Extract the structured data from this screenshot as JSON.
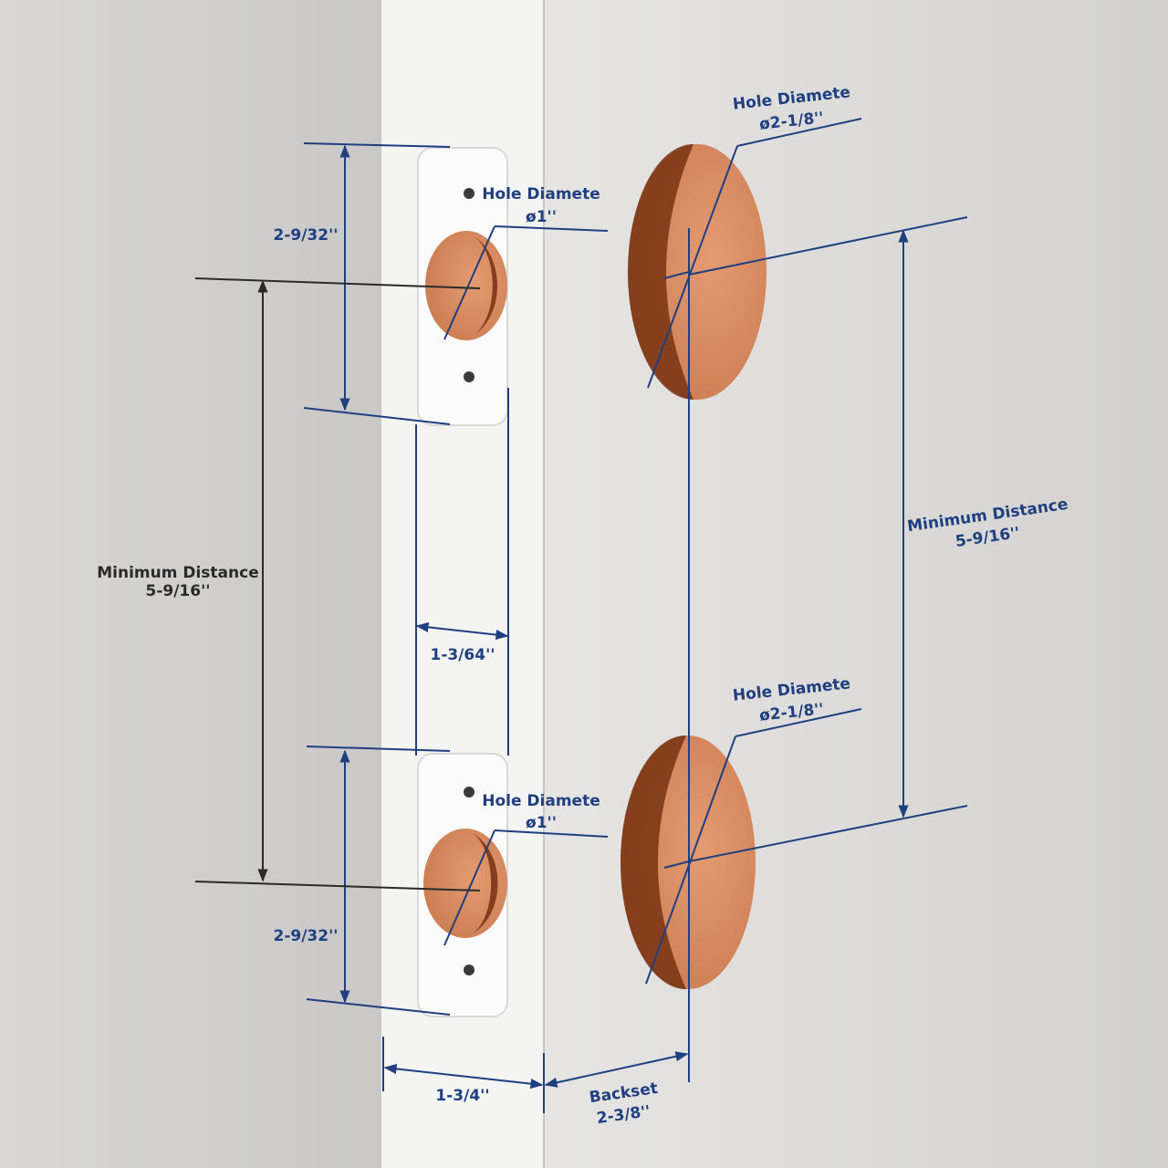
{
  "colors": {
    "dimension_blue": "#1f3f80",
    "dimension_dark": "#2a2a2a",
    "copper": "#d4895f",
    "copper_shadow": "#7a3515",
    "wall": "#d4d3d1",
    "door_edge": "#f4f4f3",
    "door_face": "#dedcd9"
  },
  "labels": {
    "edge_top_hole_title": "Hole Diamete",
    "edge_top_hole_value": "ø1''",
    "edge_bottom_hole_title": "Hole Diamete",
    "edge_bottom_hole_value": "ø1''",
    "face_top_hole_title": "Hole Diamete",
    "face_top_hole_value": "ø2-1/8''",
    "face_bottom_hole_title": "Hole Diamete",
    "face_bottom_hole_value": "ø2-1/8''",
    "left_min_distance_title": "Minimum Distance",
    "left_min_distance_value": "5-9/16''",
    "right_min_distance_title": "Minimum Distance",
    "right_min_distance_value": "5-9/16''",
    "top_plate_offset": "2-9/32''",
    "bottom_plate_offset": "2-9/32''",
    "plate_width": "1-3/64''",
    "door_thickness": "1-3/4''",
    "backset_title": "Backset",
    "backset_value": "2-3/8''"
  }
}
